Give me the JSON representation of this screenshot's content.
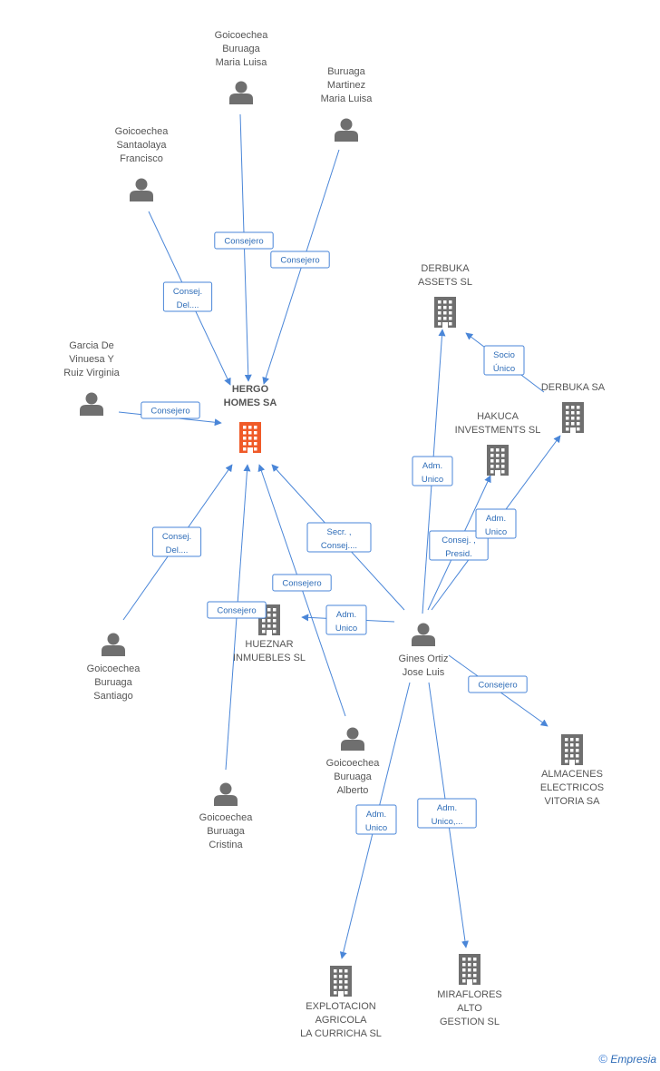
{
  "colors": {
    "edge": "#4a86d8",
    "edge_text": "#2f6db8",
    "main_company": "#f05a28",
    "node": "#6f6f6f",
    "label": "#555555"
  },
  "nodes": [
    {
      "id": "hergo",
      "kind": "company",
      "main": true,
      "lines": [
        "HERGO",
        "HOMES SA"
      ],
      "icon": "building-icon"
    },
    {
      "id": "gmluisa",
      "kind": "person",
      "lines": [
        "Goicoechea",
        "Buruaga",
        "Maria Luisa"
      ],
      "icon": "person-icon"
    },
    {
      "id": "bmmluisa",
      "kind": "person",
      "lines": [
        "Buruaga",
        "Martinez",
        "Maria Luisa"
      ],
      "icon": "person-icon"
    },
    {
      "id": "gsfrancisco",
      "kind": "person",
      "lines": [
        "Goicoechea",
        "Santaolaya",
        "Francisco"
      ],
      "icon": "person-icon"
    },
    {
      "id": "garciav",
      "kind": "person",
      "lines": [
        "Garcia De",
        "Vinuesa Y",
        "Ruiz Virginia"
      ],
      "icon": "person-icon"
    },
    {
      "id": "gbsantiago",
      "kind": "person",
      "lines": [
        "Goicoechea",
        "Buruaga",
        "Santiago"
      ],
      "icon": "person-icon"
    },
    {
      "id": "gbcristina",
      "kind": "person",
      "lines": [
        "Goicoechea",
        "Buruaga",
        "Cristina"
      ],
      "icon": "person-icon"
    },
    {
      "id": "gbalberto",
      "kind": "person",
      "lines": [
        "Goicoechea",
        "Buruaga",
        "Alberto"
      ],
      "icon": "person-icon"
    },
    {
      "id": "gines",
      "kind": "person",
      "lines": [
        "Gines Ortiz",
        "Jose Luis"
      ],
      "icon": "person-icon"
    },
    {
      "id": "hueznar",
      "kind": "company",
      "lines": [
        "HUEZNAR",
        "INMUEBLES  SL"
      ],
      "icon": "building-icon"
    },
    {
      "id": "derbukaassets",
      "kind": "company",
      "lines": [
        "DERBUKA",
        "ASSETS  SL"
      ],
      "icon": "building-icon"
    },
    {
      "id": "derbukasa",
      "kind": "company",
      "lines": [
        "DERBUKA SA"
      ],
      "icon": "building-icon"
    },
    {
      "id": "hakuca",
      "kind": "company",
      "lines": [
        "HAKUCA",
        "INVESTMENTS SL"
      ],
      "icon": "building-icon"
    },
    {
      "id": "almacenes",
      "kind": "company",
      "lines": [
        "ALMACENES",
        "ELECTRICOS",
        "VITORIA SA"
      ],
      "icon": "building-icon"
    },
    {
      "id": "explotacion",
      "kind": "company",
      "lines": [
        "EXPLOTACION",
        "AGRICOLA",
        "LA CURRICHA SL"
      ],
      "icon": "building-icon"
    },
    {
      "id": "miraflores",
      "kind": "company",
      "lines": [
        "MIRAFLORES",
        "ALTO",
        "GESTION SL"
      ],
      "icon": "building-icon"
    }
  ],
  "edges": [
    {
      "from": "gmluisa",
      "to": "hergo",
      "label": [
        "Consejero"
      ]
    },
    {
      "from": "bmmluisa",
      "to": "hergo",
      "label": [
        "Consejero"
      ]
    },
    {
      "from": "gsfrancisco",
      "to": "hergo",
      "label": [
        "Consej.",
        "Del...."
      ]
    },
    {
      "from": "garciav",
      "to": "hergo",
      "label": [
        "Consejero"
      ]
    },
    {
      "from": "gbsantiago",
      "to": "hergo",
      "label": [
        "Consej.",
        "Del...."
      ]
    },
    {
      "from": "gbcristina",
      "to": "hergo",
      "label": [
        "Consejero"
      ]
    },
    {
      "from": "gbalberto",
      "to": "hergo",
      "label": [
        "Consejero"
      ]
    },
    {
      "from": "gines",
      "to": "hergo",
      "label": [
        "Secr. ,",
        "Consej...."
      ]
    },
    {
      "from": "gines",
      "to": "hueznar",
      "label": [
        "Adm.",
        "Unico"
      ]
    },
    {
      "from": "gines",
      "to": "derbukaassets",
      "label": [
        "Adm.",
        "Unico"
      ]
    },
    {
      "from": "derbukasa",
      "to": "derbukaassets",
      "label": [
        "Socio",
        "Único"
      ]
    },
    {
      "from": "gines",
      "to": "hakuca",
      "label": [
        "Consej. ,",
        "Presid."
      ]
    },
    {
      "from": "gines",
      "to": "derbukasa",
      "label": [
        "Adm.",
        "Unico"
      ]
    },
    {
      "from": "gines",
      "to": "almacenes",
      "label": [
        "Consejero"
      ]
    },
    {
      "from": "gines",
      "to": "explotacion",
      "label": [
        "Adm.",
        "Unico"
      ]
    },
    {
      "from": "gines",
      "to": "miraflores",
      "label": [
        "Adm.",
        "Unico,..."
      ]
    }
  ],
  "credit": {
    "symbol": "©",
    "brand": "Empresia"
  }
}
